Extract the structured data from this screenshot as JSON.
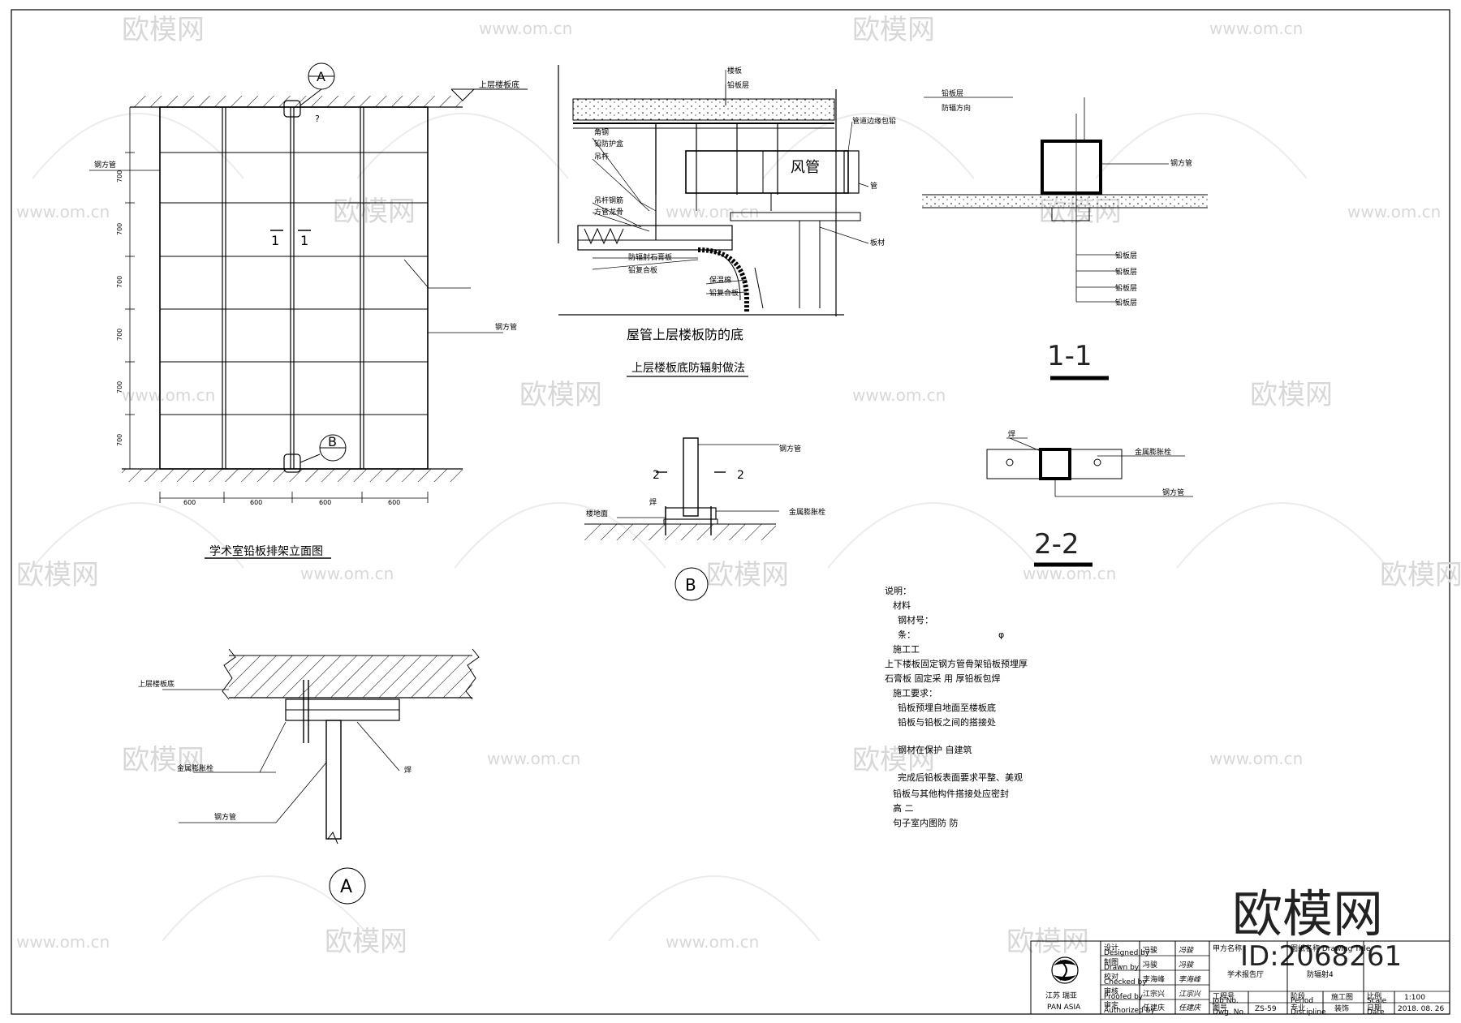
{
  "watermark": {
    "brand": "欧模网",
    "url": "www.om.cn",
    "big_brand": "欧模网",
    "id": "ID:2068261"
  },
  "elevation": {
    "title": "学术室铅板排架立面图",
    "floor_label": "上层楼板底",
    "left_pipe_label": "钢方管",
    "right_pipe_label": "钢方管",
    "section_mark": "1",
    "callout_a": "A",
    "callout_b": "B",
    "question_mark": "?",
    "dims_vertical": [
      "700",
      "700",
      "700",
      "700",
      "700",
      "700"
    ],
    "dims_horizontal": [
      "600",
      "600",
      "600",
      "600"
    ]
  },
  "ceiling_detail": {
    "title": "屋管上层楼板防的底",
    "subtitle": "上层楼板底防辐射做法",
    "labels_top": [
      "楼板",
      "铅板层"
    ],
    "labels_left": [
      "角钢",
      "铅防护盒",
      "吊杆",
      "吊杆钢筋",
      "方管龙骨"
    ],
    "labels_bottom": [
      "防辐射石膏板",
      "铅复合板",
      "保温棉",
      "铅复合板"
    ],
    "label_duct_edge": "管道边缘包铅",
    "label_pipe": "管",
    "label_board": "板材",
    "duct_text": "风管"
  },
  "section_11": {
    "title": "1-1",
    "labels": [
      "铅板层",
      "防辐方向"
    ],
    "pipe_label": "钢方管",
    "layer_labels": [
      "铅板层",
      "铅板层",
      "铅板层",
      "铅板层"
    ]
  },
  "detail_b": {
    "callout": "B",
    "pipe_label": "钢方管",
    "left_label": "楼地面",
    "weld_label": "焊",
    "bolt_label": "金属膨胀栓",
    "cut_mark": "2"
  },
  "section_22": {
    "title": "2-2",
    "weld_label": "焊",
    "bolt_label": "金属膨胀栓",
    "pipe_label": "钢方管"
  },
  "detail_a": {
    "callout": "A",
    "floor_label": "上层楼板底",
    "bolt_label": "金属膨胀栓",
    "weld_label": "焊",
    "pipe_label": "钢方管"
  },
  "notes": {
    "lines": [
      "说明：",
      "材料",
      "钢材号：",
      "条：",
      "施工工",
      "上下楼板固定钢方管骨架铅板预埋厚",
      "石膏板  固定采  用          厚铅板包焊",
      "施工要求：",
      "铅板预埋自地面至楼板底",
      "铅板与铅板之间的搭接处",
      "钢材在保护            自建筑",
      "完成后铅板表面要求平整、美观",
      "铅板与其他构件搭接处应密封",
      "高      二",
      "句子室内图防      防"
    ],
    "phi": "φ"
  },
  "title_block": {
    "company_cn": "江苏 瑞亚",
    "company_en": "PAN ASIA",
    "rows": [
      {
        "role": "设计",
        "role_en": "Designed by",
        "name": "冯骏",
        "sign": "冯骏"
      },
      {
        "role": "制图",
        "role_en": "Drawn by",
        "name": "冯骏",
        "sign": "冯骏"
      },
      {
        "role": "校对",
        "role_en": "Checked by",
        "name": "李海峰",
        "sign": "李海峰"
      },
      {
        "role": "审核",
        "role_en": "Proofed by",
        "name": "江宗兴",
        "sign": "江宗兴"
      },
      {
        "role": "审定",
        "role_en": "Authorized by",
        "name": "任建庆",
        "sign": "任建庆"
      }
    ],
    "client_label": "甲方名称",
    "project_name": "学术报告厅",
    "drawing_no_label": "图纸名称 Drawing Title",
    "drawing_name": "防辐射4",
    "project_no_label": "工程号",
    "project_no_en": "Job No.",
    "drawing_code_label": "图号",
    "drawing_code_en": "Dwg. No.",
    "drawing_code": "ZS-59",
    "phase_label": "阶段",
    "phase_en": "Period",
    "phase": "施工图",
    "major_label": "专业",
    "major_en": "Discipline",
    "major": "装饰",
    "scale_label": "比例",
    "scale_en": "Scale",
    "scale": "1:100",
    "date_label": "日期",
    "date_en": "Date",
    "date": "2018. 08. 26"
  }
}
